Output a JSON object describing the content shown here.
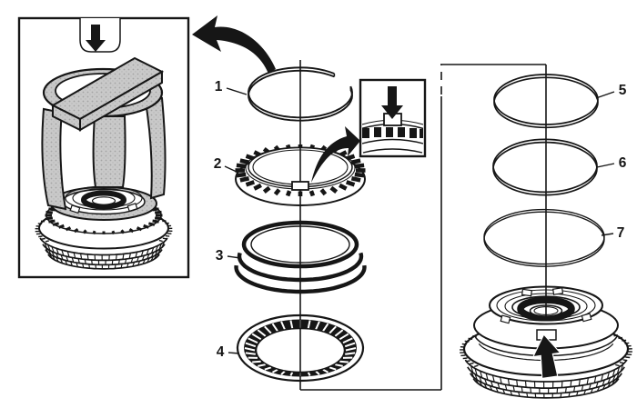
{
  "diagram": {
    "background": "#ffffff",
    "ink": "#161616",
    "tool_fill": "#c9c9c9",
    "callouts": [
      {
        "label": "1"
      },
      {
        "label": "2"
      },
      {
        "label": "3"
      },
      {
        "label": "4"
      },
      {
        "label": "5"
      },
      {
        "label": "6"
      },
      {
        "label": "7"
      }
    ],
    "icons": [
      {
        "name": "press-down-arrow"
      },
      {
        "name": "curved-arrow-to-inset"
      },
      {
        "name": "detail-down-arrow"
      },
      {
        "name": "curved-arrow-to-detail"
      },
      {
        "name": "install-up-arrow"
      }
    ]
  }
}
